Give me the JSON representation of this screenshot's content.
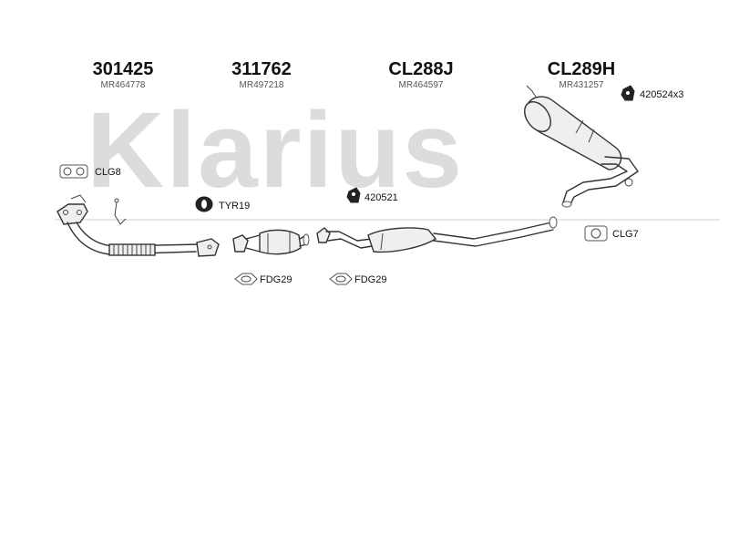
{
  "watermark": "Klarius",
  "parts": [
    {
      "number": "301425",
      "oem": "MR464778"
    },
    {
      "number": "311762",
      "oem": "MR497218"
    },
    {
      "number": "CL288J",
      "oem": "MR464597"
    },
    {
      "number": "CL289H",
      "oem": "MR431257"
    }
  ],
  "labels": {
    "clg8": "CLG8",
    "tyr19": "TYR19",
    "fdg29_a": "FDG29",
    "fdg29_b": "FDG29",
    "r420521": "420521",
    "r420524": "420524x3",
    "clg7": "CLG7"
  }
}
